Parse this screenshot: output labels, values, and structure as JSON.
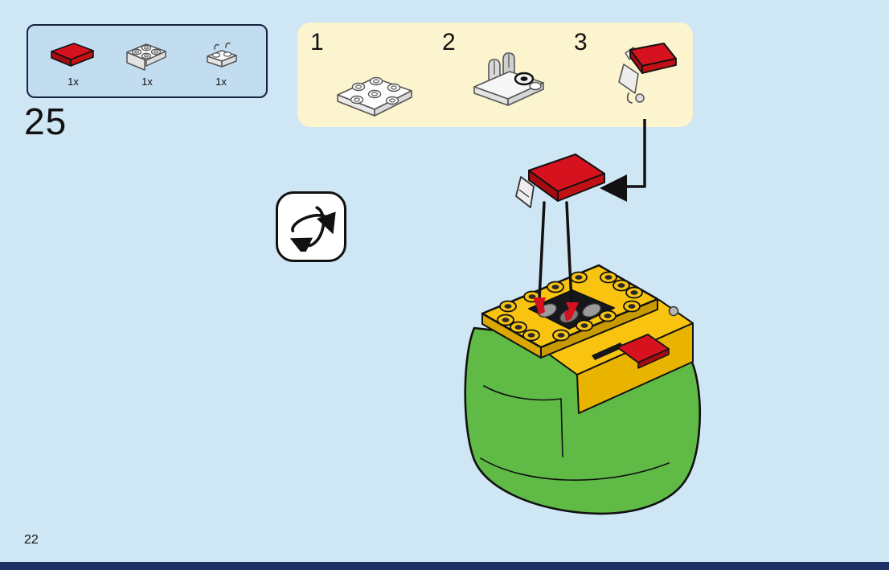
{
  "page": {
    "step_number": "25",
    "page_number": "22"
  },
  "parts_box": {
    "items": [
      {
        "qty": "1x",
        "icon": "red-tile-2x2-icon"
      },
      {
        "qty": "1x",
        "icon": "white-bracket-plate-icon"
      },
      {
        "qty": "1x",
        "icon": "white-clip-plate-icon"
      }
    ]
  },
  "substeps": {
    "labels": [
      "1",
      "2",
      "3"
    ]
  },
  "icons": {
    "rotate": "rotate-model-icon"
  },
  "colors": {
    "background": "#cfe6f4",
    "footer_bar": "#1d2f63",
    "parts_box_fill": "#c2dcf0",
    "parts_box_border": "#16233f",
    "substep_box_fill": "#fcf4cf",
    "lego_red": "#d6121f",
    "lego_red_dark": "#a30d12",
    "lego_red_side": "#c11016",
    "lego_green": "#5fbb46",
    "lego_yellow": "#f8c410",
    "lego_yellow_shade": "#d8a700",
    "outline": "#111111"
  }
}
